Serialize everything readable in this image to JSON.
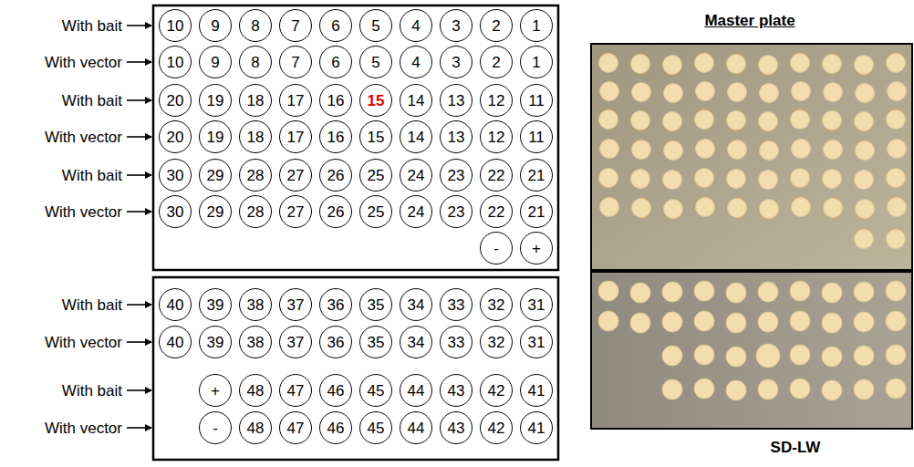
{
  "diagram": {
    "title": "Master plate",
    "caption": "SD-LW",
    "nodes": [
      {
        "text": [
          "10"
        ]
      },
      {
        "text": [
          "9"
        ]
      },
      {
        "text": [
          "8"
        ]
      },
      {
        "text": [
          "7"
        ]
      },
      {
        "text": [
          "6"
        ]
      },
      {
        "text": [
          "5"
        ]
      },
      {
        "text": [
          "4"
        ]
      },
      {
        "text": [
          "3"
        ]
      },
      {
        "text": [
          "2"
        ]
      },
      {
        "text": [
          "1"
        ]
      },
      {
        "text": [
          "10"
        ]
      },
      {
        "text": [
          "9"
        ]
      },
      {
        "text": [
          "8"
        ]
      },
      {
        "text": [
          "7"
        ]
      },
      {
        "text": [
          "6"
        ]
      },
      {
        "text": [
          "5"
        ]
      },
      {
        "text": [
          "4"
        ]
      },
      {
        "text": [
          "3"
        ]
      },
      {
        "text": [
          "2"
        ]
      },
      {
        "text": [
          "1"
        ]
      },
      {
        "text": [
          "20"
        ]
      },
      {
        "text": [
          "19"
        ]
      },
      {
        "text": [
          "18"
        ]
      },
      {
        "text": [
          "17"
        ]
      },
      {
        "text": [
          "16"
        ]
      },
      {
        "text": [
          "15"
        ]
      },
      {
        "text": [
          "14"
        ]
      },
      {
        "text": [
          "13"
        ]
      },
      {
        "text": [
          "12"
        ]
      },
      {
        "text": [
          "11"
        ]
      },
      {
        "text": [
          "20"
        ]
      },
      {
        "text": [
          "19"
        ]
      },
      {
        "text": [
          "18"
        ]
      },
      {
        "text": [
          "17"
        ]
      },
      {
        "text": [
          "16"
        ]
      },
      {
        "text": [
          "15"
        ]
      },
      {
        "text": [
          "14"
        ]
      },
      {
        "text": [
          "13"
        ]
      },
      {
        "text": [
          "12"
        ]
      },
      {
        "text": [
          "11"
        ]
      },
      {
        "text": [
          "30"
        ]
      },
      {
        "text": [
          "29"
        ]
      },
      {
        "text": [
          "28"
        ]
      },
      {
        "text": [
          "27"
        ]
      },
      {
        "text": [
          "26"
        ]
      },
      {
        "text": [
          "25"
        ]
      },
      {
        "text": [
          "24"
        ]
      },
      {
        "text": [
          "23"
        ]
      },
      {
        "text": [
          "22"
        ]
      },
      {
        "text": [
          "21"
        ]
      },
      {
        "text": [
          "30"
        ]
      },
      {
        "text": [
          "29"
        ]
      },
      {
        "text": [
          "28"
        ]
      },
      {
        "text": [
          "27"
        ]
      },
      {
        "text": [
          "26"
        ]
      },
      {
        "text": [
          "25"
        ]
      },
      {
        "text": [
          "24"
        ]
      },
      {
        "text": [
          "23"
        ]
      },
      {
        "text": [
          "22"
        ]
      },
      {
        "text": [
          "21"
        ]
      },
      {
        "text": [
          "-"
        ]
      },
      {
        "text": [
          "+"
        ]
      },
      {
        "text": [
          "40"
        ]
      },
      {
        "text": [
          "39"
        ]
      },
      {
        "text": [
          "38"
        ]
      },
      {
        "text": [
          "37"
        ]
      },
      {
        "text": [
          "36"
        ]
      },
      {
        "text": [
          "35"
        ]
      },
      {
        "text": [
          "34"
        ]
      },
      {
        "text": [
          "33"
        ]
      },
      {
        "text": [
          "32"
        ]
      },
      {
        "text": [
          "31"
        ]
      },
      {
        "text": [
          "40"
        ]
      },
      {
        "text": [
          "39"
        ]
      },
      {
        "text": [
          "38"
        ]
      },
      {
        "text": [
          "37"
        ]
      },
      {
        "text": [
          "36"
        ]
      },
      {
        "text": [
          "35"
        ]
      },
      {
        "text": [
          "34"
        ]
      },
      {
        "text": [
          "33"
        ]
      },
      {
        "text": [
          "32"
        ]
      },
      {
        "text": [
          "31"
        ]
      },
      {
        "text": [
          "+"
        ]
      },
      {
        "text": [
          "48"
        ]
      },
      {
        "text": [
          "47"
        ]
      },
      {
        "text": [
          "46"
        ]
      },
      {
        "text": [
          "45"
        ]
      },
      {
        "text": [
          "44"
        ]
      },
      {
        "text": [
          "43"
        ]
      },
      {
        "text": [
          "42"
        ]
      },
      {
        "text": [
          "41"
        ]
      },
      {
        "text": [
          "-"
        ]
      },
      {
        "text": [
          "48"
        ]
      },
      {
        "text": [
          "47"
        ]
      },
      {
        "text": [
          "46"
        ]
      },
      {
        "text": [
          "45"
        ]
      },
      {
        "text": [
          "44"
        ]
      },
      {
        "text": [
          "43"
        ]
      },
      {
        "text": [
          "42"
        ]
      },
      {
        "text": [
          "41"
        ]
      }
    ],
    "labels": [
      "With bait",
      "With vector",
      "With bait",
      "With vector",
      "With bait",
      "With vector",
      "With bait",
      "With vector",
      "With bait",
      "With vector"
    ]
  }
}
